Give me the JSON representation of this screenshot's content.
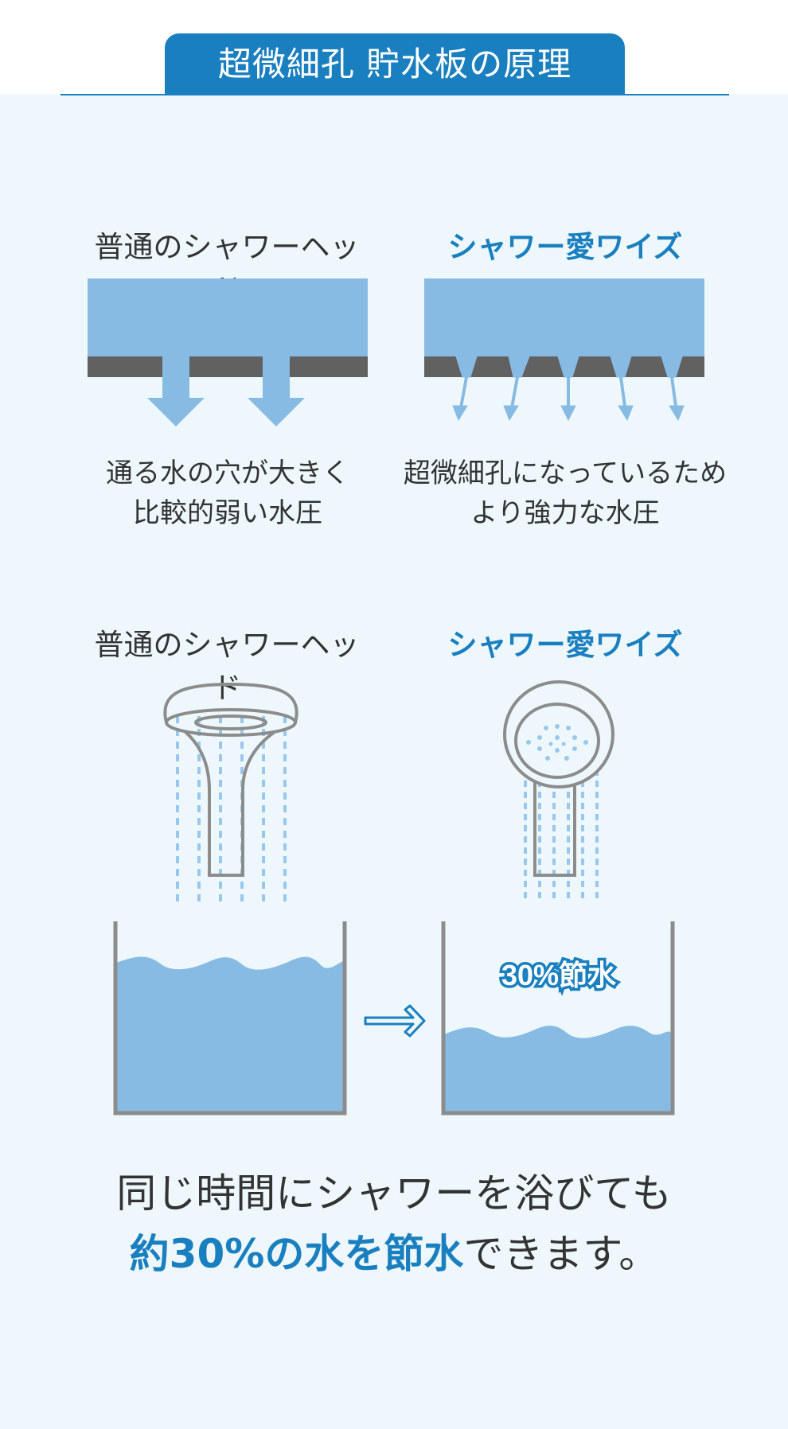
{
  "header": {
    "title": "超微細孔 貯水板の原理"
  },
  "comparison_top": {
    "left": {
      "label": "普通のシャワーヘッド",
      "desc_line1": "通る水の穴が大きく",
      "desc_line2": "比較的弱い水圧"
    },
    "right": {
      "label": "シャワー愛ワイズ",
      "desc_line1": "超微細孔になっているため",
      "desc_line2": "より強力な水圧"
    }
  },
  "comparison_bottom": {
    "left": {
      "label": "普通のシャワーヘッド"
    },
    "right": {
      "label": "シャワー愛ワイズ",
      "saving_badge": "30%節水"
    }
  },
  "conclusion": {
    "line1": "同じ時間にシャワーを浴びても",
    "line2_highlight": "約30%の水を節水",
    "line2_rest": "できます。"
  },
  "colors": {
    "brand_blue": "#1a7fbf",
    "water_blue": "#88bbe3",
    "plate_gray": "#616161",
    "outline_gray": "#8c8c8c",
    "panel_bg": "#eef8fc"
  }
}
